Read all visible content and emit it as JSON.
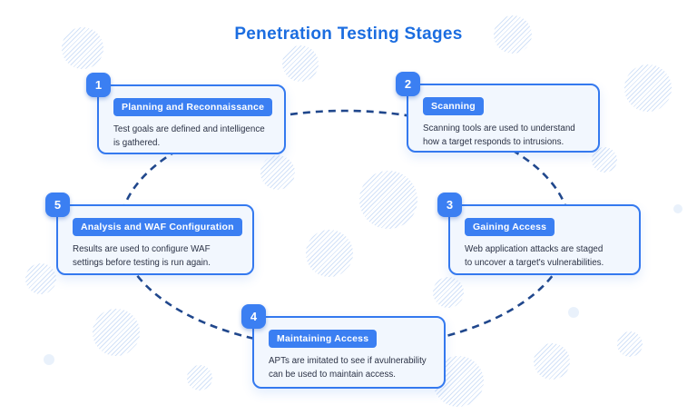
{
  "title": "Penetration Testing Stages",
  "colors": {
    "accent_blue": "#3b7ff2",
    "title_text_blue": "#1b6de0",
    "card_border_blue": "#3479ef",
    "card_background": "#f2f7fe",
    "dashed_circle_navy": "#20478c",
    "body_text": "#2b3245"
  },
  "cycle": {
    "style": "dashed-ellipse",
    "dash_color": "#20478c"
  },
  "stages": [
    {
      "number": "1",
      "label": "Planning and Reconnaissance",
      "description": "Test goals are defined and intelligence is gathered.",
      "lines": [
        "Test goals are defined and intelligence",
        "is gathered."
      ]
    },
    {
      "number": "2",
      "label": "Scanning",
      "description": "Scanning tools are used to understand how a target responds to intrusions.",
      "lines": [
        "Scanning tools are used to understand",
        "how a target responds to intrusions."
      ]
    },
    {
      "number": "3",
      "label": "Gaining Access",
      "description": "Web application attacks are staged to uncover a target's vulnerabilities.",
      "lines": [
        "Web application attacks are staged",
        "to uncover a target's vulnerabilities."
      ]
    },
    {
      "number": "4",
      "label": "Maintaining Access",
      "description": "APTs are imitated to see if avulnerability can be used to maintain access.",
      "lines": [
        "APTs are imitated to see if avulnerability",
        "can be used to maintain access."
      ]
    },
    {
      "number": "5",
      "label": "Analysis and WAF Configuration",
      "description": "Results are used to configure WAF settings before testing is run again.",
      "lines": [
        "Results are used to configure WAF",
        "settings before testing is run again."
      ]
    }
  ]
}
